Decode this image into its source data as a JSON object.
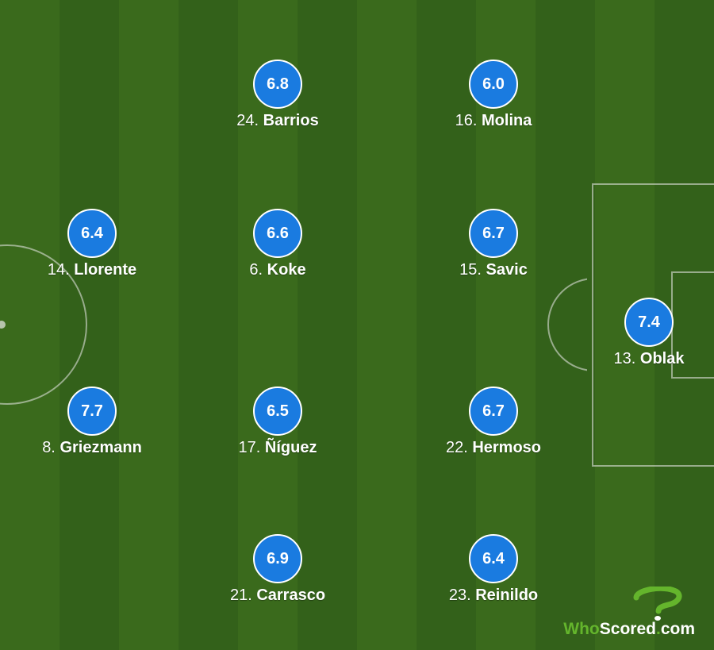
{
  "colors": {
    "rating_bg": "#1a7be0",
    "pitch_light": "#3a6a1c",
    "pitch_dark": "#33611a",
    "brand_green": "#64b52c"
  },
  "players": [
    {
      "number": "24.",
      "name": "Barrios",
      "rating": "6.8"
    },
    {
      "number": "16.",
      "name": "Molina",
      "rating": "6.0"
    },
    {
      "number": "14.",
      "name": "Llorente",
      "rating": "6.4"
    },
    {
      "number": "6.",
      "name": "Koke",
      "rating": "6.6"
    },
    {
      "number": "15.",
      "name": "Savic",
      "rating": "6.7"
    },
    {
      "number": "13.",
      "name": "Oblak",
      "rating": "7.4"
    },
    {
      "number": "8.",
      "name": "Griezmann",
      "rating": "7.7"
    },
    {
      "number": "17.",
      "name": "Ñíguez",
      "rating": "6.5"
    },
    {
      "number": "22.",
      "name": "Hermoso",
      "rating": "6.7"
    },
    {
      "number": "21.",
      "name": "Carrasco",
      "rating": "6.9"
    },
    {
      "number": "23.",
      "name": "Reinildo",
      "rating": "6.4"
    }
  ],
  "brand": {
    "who": "Who",
    "scored": "Scored",
    "dot": ".",
    "com": "com",
    "icon": "question-mark-ball-icon"
  }
}
